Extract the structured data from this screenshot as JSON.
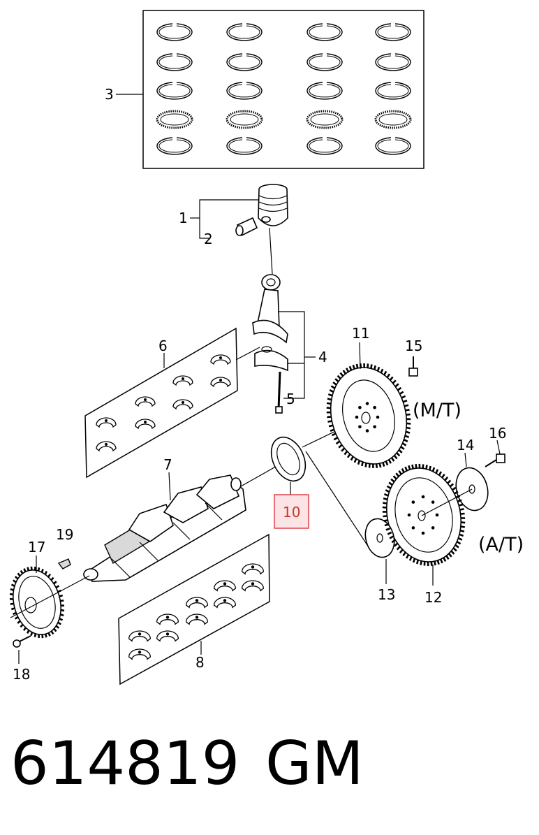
{
  "callouts": {
    "c1": "1",
    "c2": "2",
    "c3": "3",
    "c4": "4",
    "c5": "5",
    "c6": "6",
    "c7": "7",
    "c8": "8",
    "c10": "10",
    "c11": "11",
    "c12": "12",
    "c13": "13",
    "c14": "14",
    "c15": "15",
    "c16": "16",
    "c17": "17",
    "c18": "18",
    "c19": "19"
  },
  "variants": {
    "manual": "(M/T)",
    "automatic": "(A/T)"
  },
  "footer": {
    "part_number": "614819",
    "brand": "GM"
  },
  "colors": {
    "highlight_fill": "#fbe3e6",
    "highlight_stroke": "#e0434f"
  }
}
